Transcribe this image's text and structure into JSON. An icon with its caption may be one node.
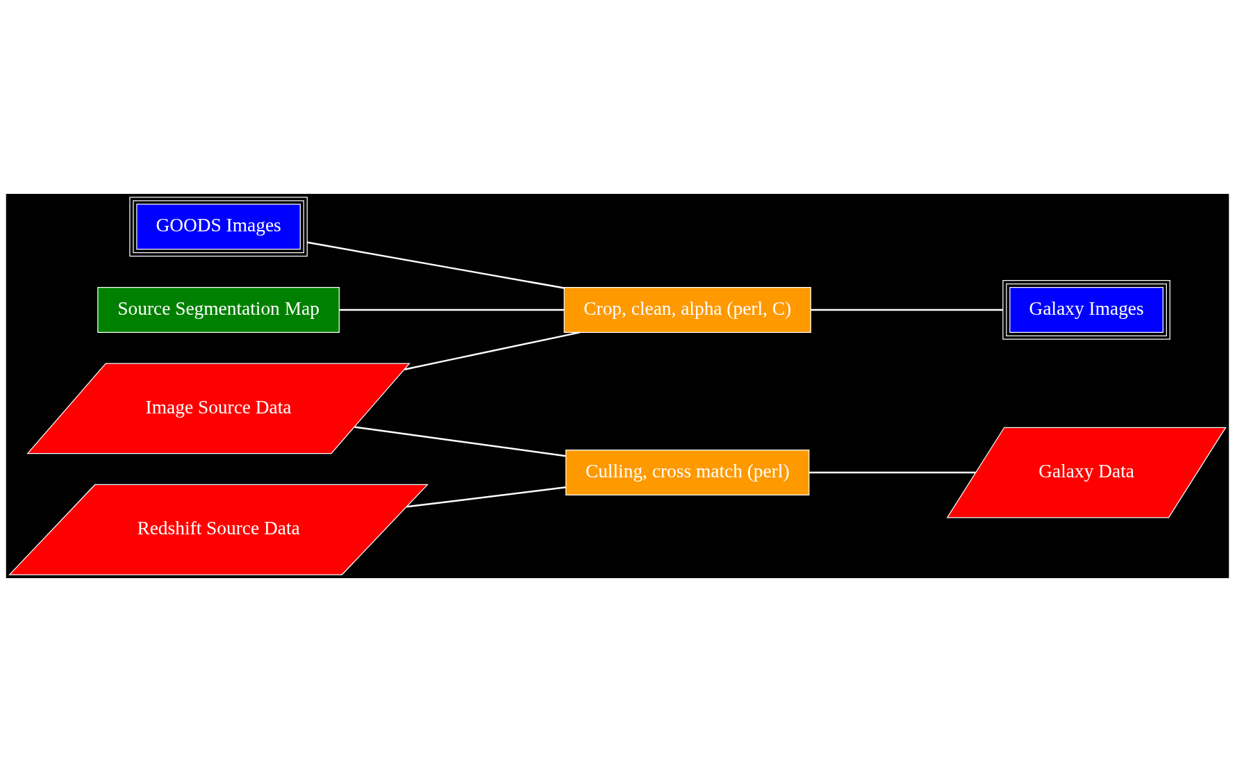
{
  "diagram": {
    "nodes": [
      {
        "text": [
          "GOODS Images"
        ]
      },
      {
        "text": [
          "Source Segmentation Map"
        ]
      },
      {
        "text": [
          "Image Source Data"
        ]
      },
      {
        "text": [
          "Redshift Source Data"
        ]
      },
      {
        "text": [
          "Crop, clean, alpha (perl, C)"
        ]
      },
      {
        "text": [
          "Culling, cross match (perl)"
        ]
      },
      {
        "text": [
          "Galaxy Images"
        ]
      },
      {
        "text": [
          "Galaxy Data"
        ]
      }
    ],
    "edges": [
      {
        "from": 0,
        "to": 4,
        "arrow": "none"
      },
      {
        "from": 1,
        "to": 4,
        "arrow": "none"
      },
      {
        "from": 2,
        "to": 4,
        "arrow": "none"
      },
      {
        "from": 2,
        "to": 5,
        "arrow": "none"
      },
      {
        "from": 3,
        "to": 5,
        "arrow": "none"
      },
      {
        "from": 4,
        "to": 6,
        "arrow": "none"
      },
      {
        "from": 5,
        "to": 7,
        "arrow": "none"
      }
    ]
  }
}
